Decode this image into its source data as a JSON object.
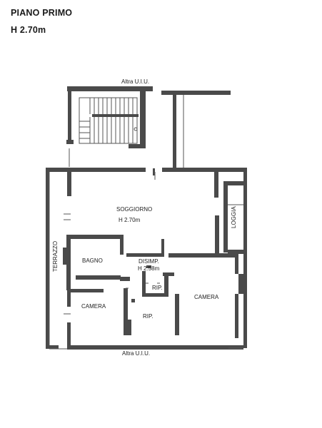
{
  "header": {
    "floor": "PIANO PRIMO",
    "height": "H 2.70m"
  },
  "labels": {
    "altra_top": "Altra U.I.U.",
    "altra_bottom": "Altra U.I.U.",
    "soggiorno": "SOGGIORNO",
    "soggiorno_h": "H 2.70m",
    "loggia": "LOGGIA",
    "terrazzo": "TERRAZZO",
    "bagno": "BAGNO",
    "disimp": "DISIMP.",
    "disimp_h": "H 2.58m",
    "rip_small": "RIP.",
    "rip_large": "RIP.",
    "camera_left": "CAMERA",
    "camera_right": "CAMERA"
  },
  "colors": {
    "wall": "#4a4a4a",
    "line": "#555555"
  }
}
